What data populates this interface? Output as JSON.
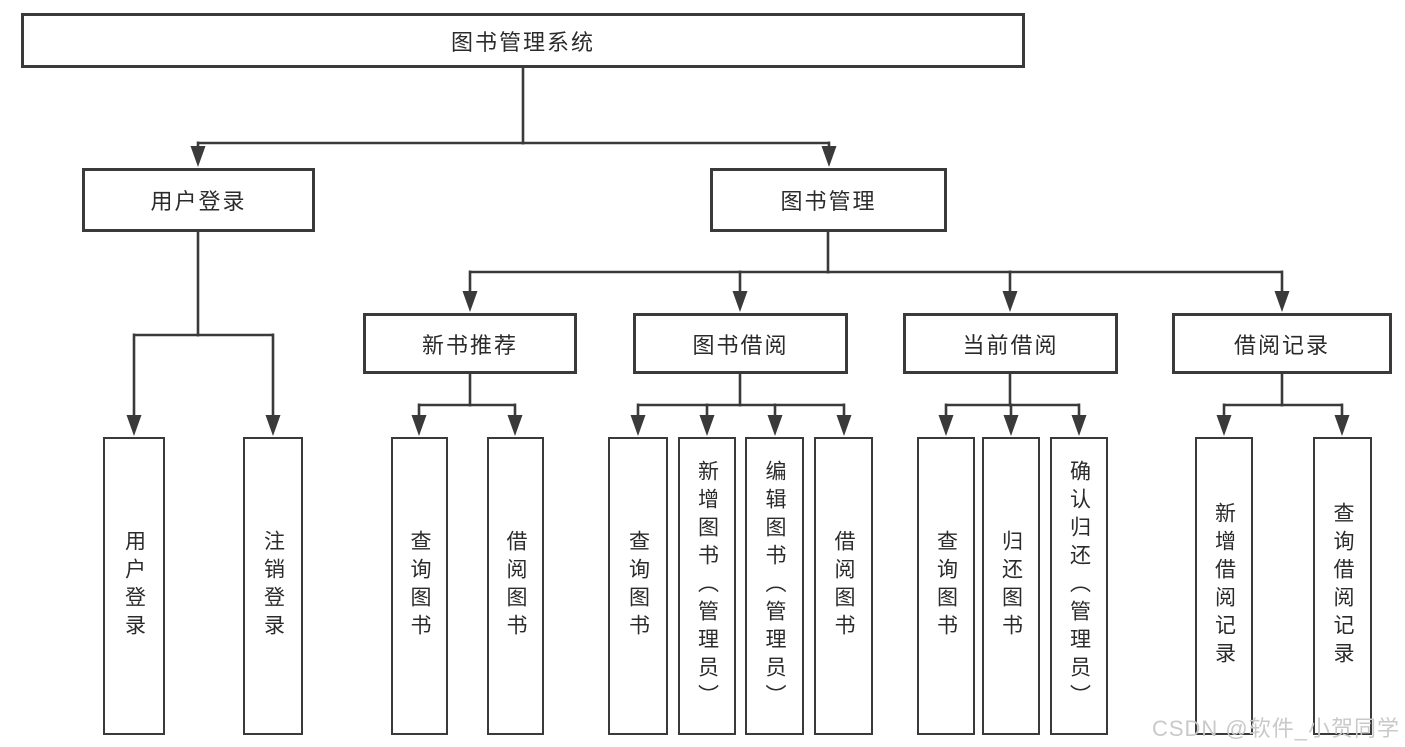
{
  "tree": {
    "label": "图书管理系统",
    "children": [
      {
        "label": "用户登录",
        "children": [
          {
            "label": "用户登录"
          },
          {
            "label": "注销登录"
          }
        ]
      },
      {
        "label": "图书管理",
        "children": [
          {
            "label": "新书推荐",
            "children": [
              {
                "label": "查询图书"
              },
              {
                "label": "借阅图书"
              }
            ]
          },
          {
            "label": "图书借阅",
            "children": [
              {
                "label": "查询图书"
              },
              {
                "label": "新增图书（管理员）"
              },
              {
                "label": "编辑图书（管理员）"
              },
              {
                "label": "借阅图书"
              }
            ]
          },
          {
            "label": "当前借阅",
            "children": [
              {
                "label": "查询图书"
              },
              {
                "label": "归还图书"
              },
              {
                "label": "确认归还（管理员）"
              }
            ]
          },
          {
            "label": "借阅记录",
            "children": [
              {
                "label": "新增借阅记录"
              },
              {
                "label": "查询借阅记录"
              }
            ]
          }
        ]
      }
    ]
  },
  "watermark": {
    "text": "CSDN @软件_小贺同学",
    "color": "#c9c9c9"
  },
  "colors": {
    "line": "#3a3a3a",
    "text": "#2b2b2b",
    "background": "#ffffff"
  }
}
